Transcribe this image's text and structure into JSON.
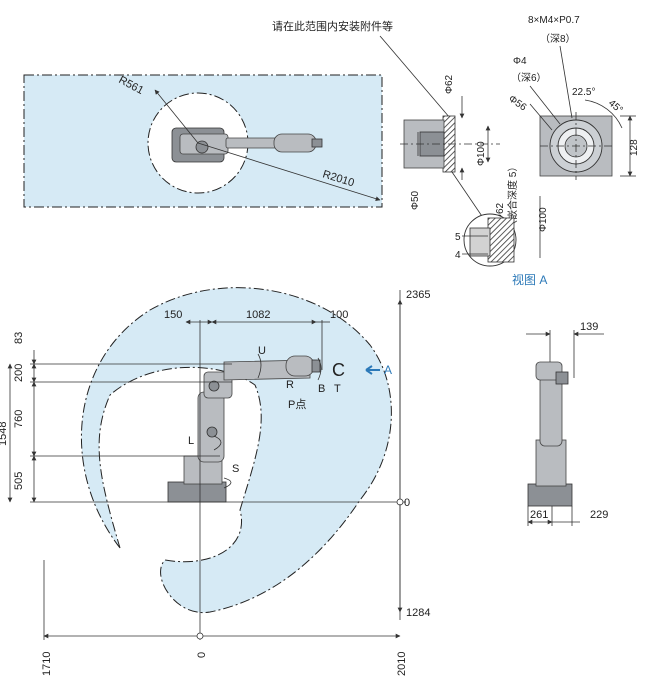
{
  "top_view": {
    "inner_radius_label": "R561",
    "outer_radius_label": "R2010"
  },
  "flange_view": {
    "install_note": "请在此范围内安装附件等",
    "bolt_spec": "8×M4×P0.7",
    "bolt_depth": "（深8）",
    "pin_dia": "Φ4",
    "pin_depth": "（深6）",
    "pcd": "Φ56",
    "angle_small": "22.5°",
    "angle_large": "45°",
    "dim_62_top": "Φ62",
    "dim_100_a": "Φ100",
    "dim_50": "Φ50",
    "dim_62_fit": "Φ62",
    "fit_depth": "（嵌合深度 5）",
    "dim_100_b": "Φ100",
    "dim_128": "128",
    "dim_5": "5",
    "dim_4": "4",
    "view_label": "视图 A"
  },
  "side_view": {
    "dim_150": "150",
    "dim_1082": "1082",
    "dim_100": "100",
    "dim_2365": "2365",
    "dim_83": "83",
    "dim_200": "200",
    "dim_760": "760",
    "dim_1548": "1548",
    "dim_505": "505",
    "dim_0_right": "0",
    "dim_1284": "1284",
    "dim_1710": "1710",
    "dim_0_bottom": "0",
    "dim_2010": "2010",
    "axis_u": "U",
    "axis_r": "R",
    "axis_b": "B",
    "axis_t": "T",
    "axis_l": "L",
    "axis_s": "S",
    "p_point": "P点",
    "arrow_a": "A"
  },
  "front_view": {
    "dim_139": "139",
    "dim_261": "261",
    "dim_229": "229"
  },
  "colors": {
    "envelope_fill": "#d6eaf5",
    "accent_blue": "#2c79b8",
    "robot_gray": "#b9bcc0"
  }
}
